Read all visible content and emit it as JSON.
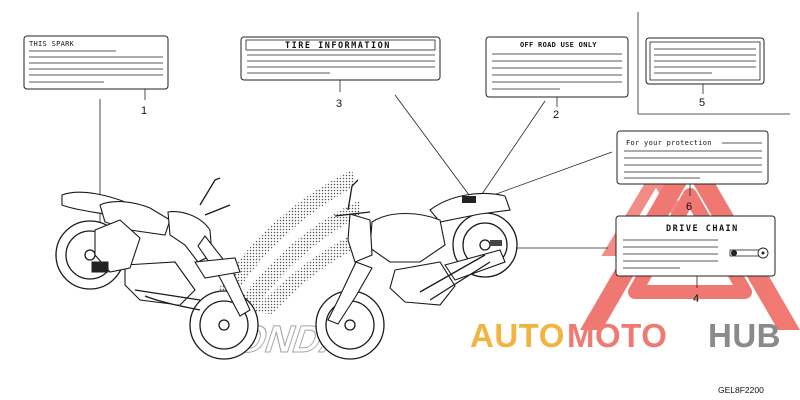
{
  "labels": {
    "spark": {
      "text": "THIS SPARK",
      "callout": "1"
    },
    "tire": {
      "text": "TIRE INFORMATION",
      "callout": "3"
    },
    "offroad": {
      "text": "OFF ROAD USE ONLY",
      "callout": "2"
    },
    "plain": {
      "callout": "5"
    },
    "protection": {
      "text": "For your protection",
      "callout": "6"
    },
    "chain": {
      "text": "DRIVE CHAIN",
      "callout": "4"
    }
  },
  "part_code": "GEL8F2200",
  "watermark": {
    "part1": "AUTO",
    "part2": "MOTO",
    "part3": "HUB",
    "colors": {
      "auto": "#f2b441",
      "moto": "#f07a72",
      "hub": "#8a8a8a",
      "triangle": "#ee6a63"
    }
  }
}
